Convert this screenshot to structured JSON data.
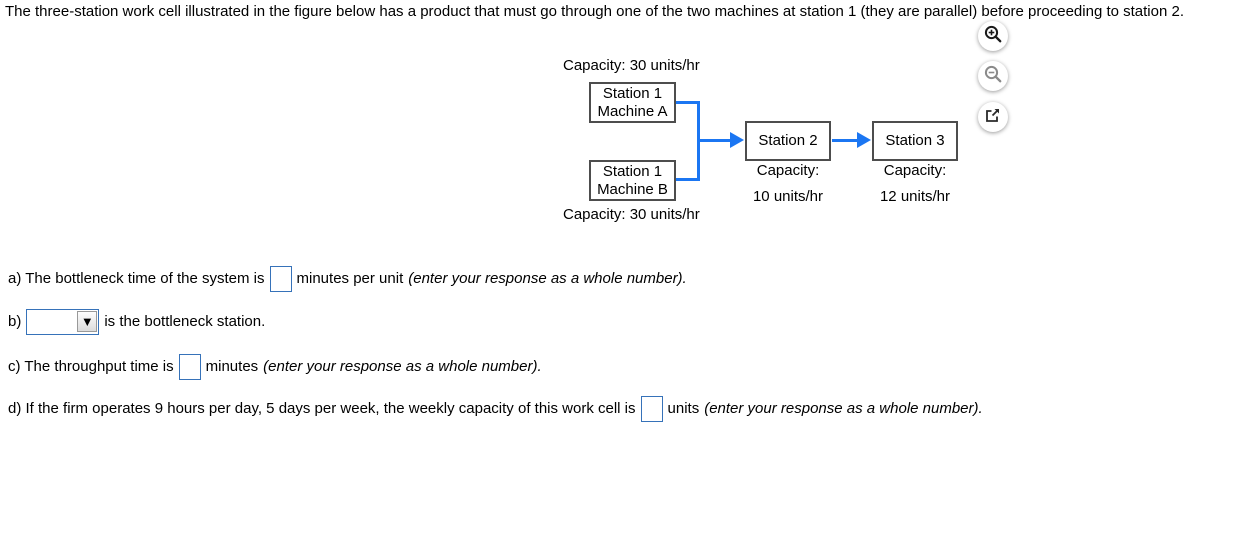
{
  "title": "The three-station work cell illustrated in the figure below has a product that must go through one of the two machines at station 1 (they are parallel) before proceeding to station 2.",
  "figure": {
    "machine_a_capacity": "Capacity: 30 units/hr",
    "machine_b_capacity": "Capacity: 30 units/hr",
    "station1a": {
      "line1": "Station 1",
      "line2": "Machine A"
    },
    "station1b": {
      "line1": "Station 1",
      "line2": "Machine B"
    },
    "station2": {
      "label": "Station 2",
      "capacity_label": "Capacity:",
      "capacity_value": "10 units/hr"
    },
    "station3": {
      "label": "Station 3",
      "capacity_label": "Capacity:",
      "capacity_value": "12 units/hr"
    },
    "colors": {
      "arrow_blue": "#1b76f2",
      "box_border": "#4d4d4d"
    }
  },
  "toolbar": {
    "icons": [
      {
        "name": "zoom-in-magnifier"
      },
      {
        "name": "zoom-out-magnifier"
      },
      {
        "name": "open-in-new-window"
      }
    ]
  },
  "questions": {
    "a": {
      "prefix": "a) The bottleneck time of the system is",
      "input_value": "",
      "suffix": "minutes per unit",
      "hint": "(enter your response as a whole number)."
    },
    "b": {
      "prefix": "b)",
      "dropdown_value": "",
      "dropdown_arrow": "▼",
      "suffix": "is the bottleneck station."
    },
    "c": {
      "prefix": "c) The throughput time is",
      "input_value": "",
      "suffix": "minutes",
      "hint": "(enter your response as a whole number)."
    },
    "d": {
      "prefix": "d) If the firm operates 9 hours per day, 5 days per week, the weekly capacity of this work cell is",
      "input_value": "",
      "suffix": "units",
      "hint": "(enter your response as a whole number)."
    }
  },
  "colors": {
    "input_border": "#3672b9"
  }
}
